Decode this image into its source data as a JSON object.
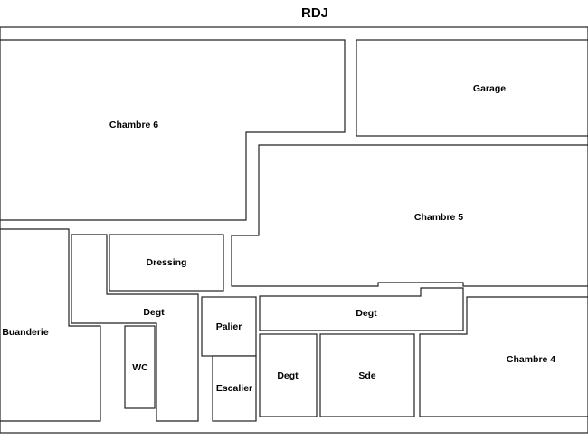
{
  "plan": {
    "title": "RDJ",
    "rooms": {
      "chambre_6": "Chambre 6",
      "garage": "Garage",
      "chambre_5": "Chambre 5",
      "dressing": "Dressing",
      "buanderie": "Buanderie",
      "degt_left": "Degt",
      "palier": "Palier",
      "degt_right": "Degt",
      "wc": "WC",
      "escalier": "Escalier",
      "degt_small": "Degt",
      "sde": "Sde",
      "chambre_4": "Chambre 4"
    }
  }
}
